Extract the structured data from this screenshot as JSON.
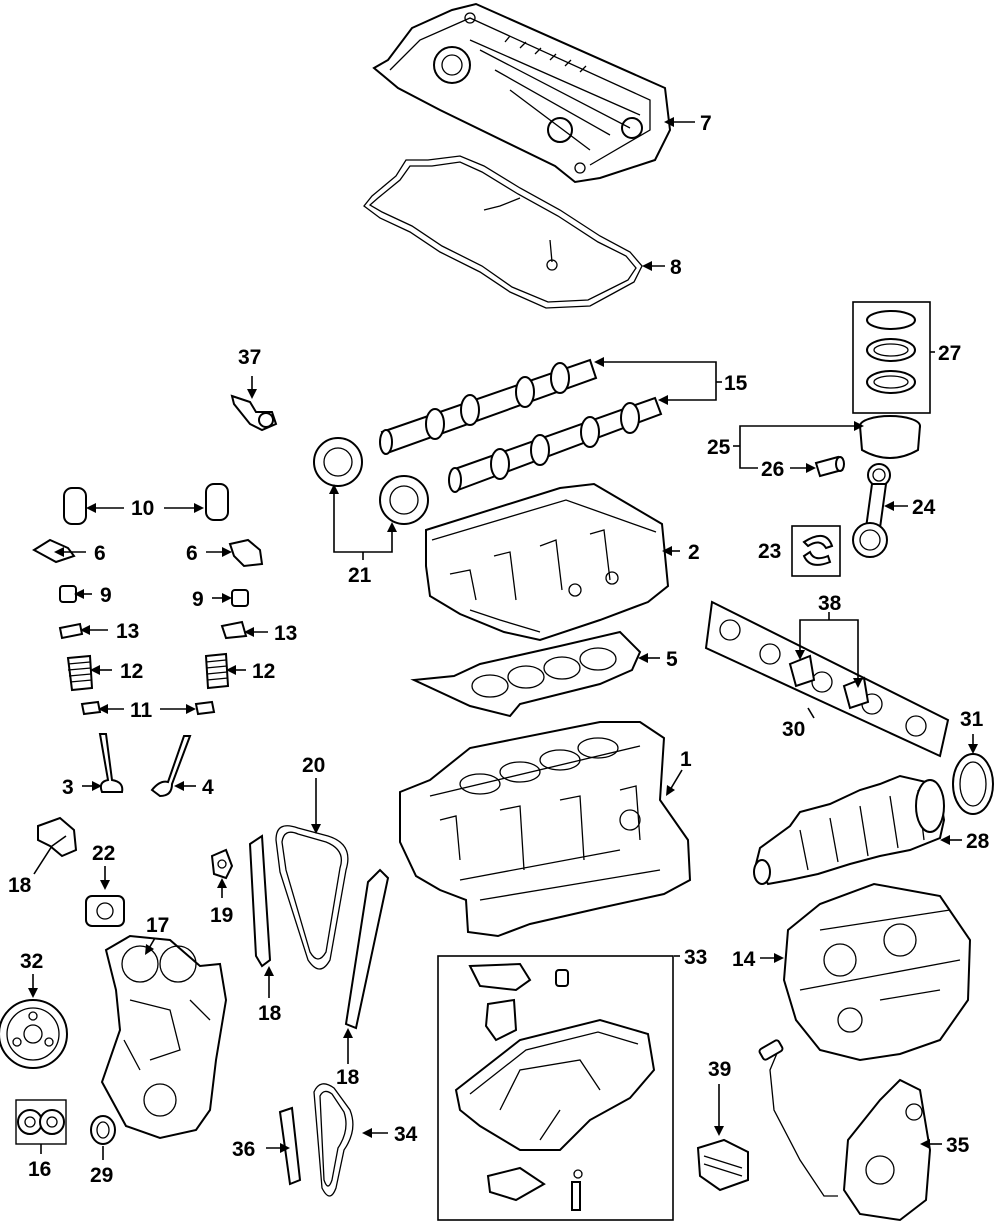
{
  "diagram": {
    "callouts": [
      {
        "id": "cylinder-head-cover",
        "label": "7"
      },
      {
        "id": "cover-gasket",
        "label": "8"
      },
      {
        "id": "piston-rings",
        "label": "27"
      },
      {
        "id": "camshaft",
        "label": "15"
      },
      {
        "id": "vvt-solenoid",
        "label": "37"
      },
      {
        "id": "piston",
        "label": "25"
      },
      {
        "id": "piston-pin",
        "label": "26"
      },
      {
        "id": "lash-adjuster",
        "label": "10"
      },
      {
        "id": "connecting-rod",
        "label": "24"
      },
      {
        "id": "rocker-arm-left",
        "label": "6"
      },
      {
        "id": "rocker-arm-right",
        "label": "6"
      },
      {
        "id": "cylinder-head",
        "label": "2"
      },
      {
        "id": "rod-bearing",
        "label": "23"
      },
      {
        "id": "valve-keeper-left",
        "label": "9"
      },
      {
        "id": "valve-keeper-right",
        "label": "9"
      },
      {
        "id": "cam-phaser",
        "label": "21"
      },
      {
        "id": "main-bearings",
        "label": "38"
      },
      {
        "id": "spring-retainer-left",
        "label": "13"
      },
      {
        "id": "spring-retainer-right",
        "label": "13"
      },
      {
        "id": "head-gasket",
        "label": "5"
      },
      {
        "id": "valve-spring-left",
        "label": "12"
      },
      {
        "id": "valve-spring-right",
        "label": "12"
      },
      {
        "id": "valve-seal",
        "label": "11"
      },
      {
        "id": "thrust-washers",
        "label": "30"
      },
      {
        "id": "rear-main-seal",
        "label": "31"
      },
      {
        "id": "engine-block",
        "label": "1"
      },
      {
        "id": "intake-valve",
        "label": "3"
      },
      {
        "id": "exhaust-valve",
        "label": "4"
      },
      {
        "id": "timing-chain",
        "label": "20"
      },
      {
        "id": "crankshaft",
        "label": "28"
      },
      {
        "id": "guide-bracket",
        "label": "18"
      },
      {
        "id": "tensioner",
        "label": "22"
      },
      {
        "id": "timing-cover",
        "label": "17"
      },
      {
        "id": "chain-tensioner",
        "label": "19"
      },
      {
        "id": "balance-shaft",
        "label": "14"
      },
      {
        "id": "tensioner-arm",
        "label": "18"
      },
      {
        "id": "chain-guide",
        "label": "18"
      },
      {
        "id": "oil-pan",
        "label": "33"
      },
      {
        "id": "crank-pulley",
        "label": "32"
      },
      {
        "id": "oil-cooler",
        "label": "39"
      },
      {
        "id": "oil-pump",
        "label": "35"
      },
      {
        "id": "balance-chain",
        "label": "34"
      },
      {
        "id": "balance-guide",
        "label": "36"
      },
      {
        "id": "sprockets",
        "label": "16"
      },
      {
        "id": "front-seal",
        "label": "29"
      }
    ]
  }
}
